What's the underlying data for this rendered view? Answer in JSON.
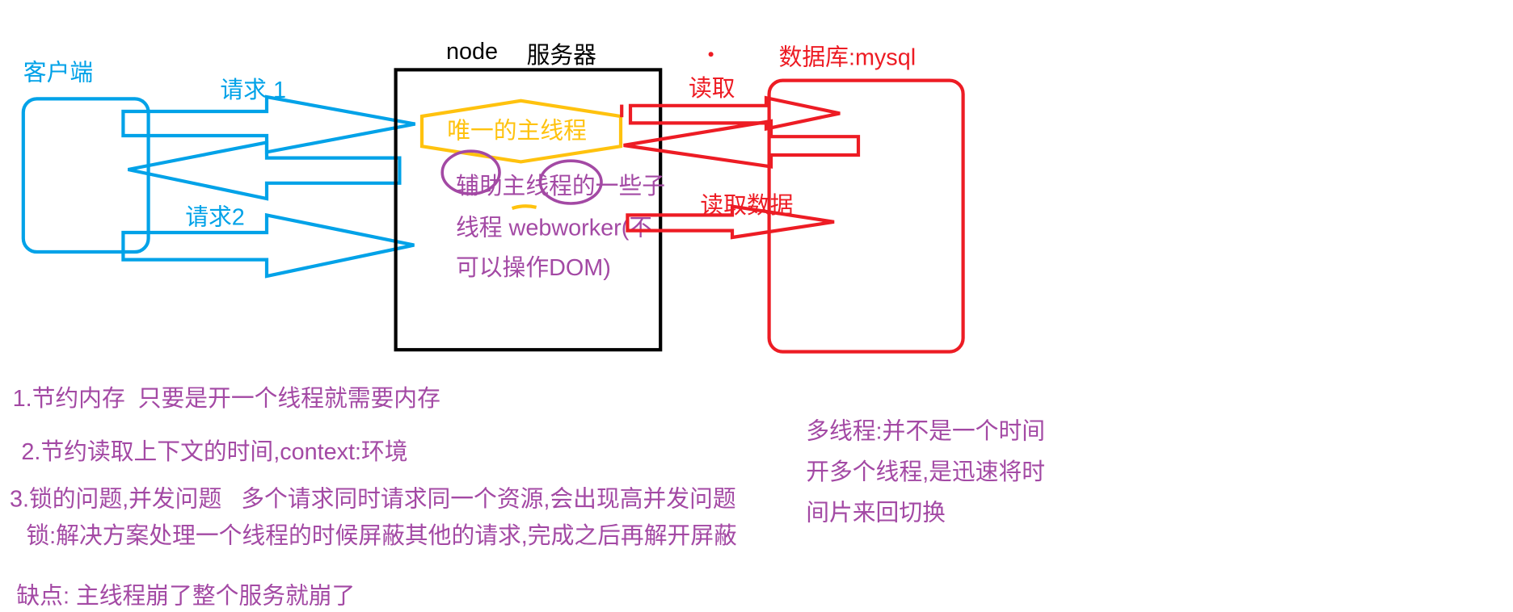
{
  "colors": {
    "blue": "#00A2E8",
    "red": "#ED1C24",
    "yellow": "#FFC20E",
    "purple": "#A349A4",
    "black": "#000000"
  },
  "client": {
    "label": "客户端"
  },
  "requests": {
    "first": "请求 1",
    "second": "请求2"
  },
  "server": {
    "node": "node",
    "title": "服务器",
    "main_thread": "唯一的主线程",
    "worker_note": [
      "辅助主线程的一些子",
      "线程 webworker(不",
      "可以操作DOM)"
    ]
  },
  "database": {
    "title": "数据库:mysql",
    "read": "读取",
    "read_data": "读取数据"
  },
  "notes": [
    "1.节约内存  只要是开一个线程就需要内存",
    "2.节约读取上下文的时间,context:环境",
    "3.锁的问题,并发问题   多个请求同时请求同一个资源,会出现高并发问题",
    "锁:解决方案处理一个线程的时候屏蔽其他的请求,完成之后再解开屏蔽",
    "缺点: 主线程崩了整个服务就崩了"
  ],
  "multithread_note": [
    "多线程:并不是一个时间",
    "开多个线程,是迅速将时",
    "间片来回切换"
  ]
}
